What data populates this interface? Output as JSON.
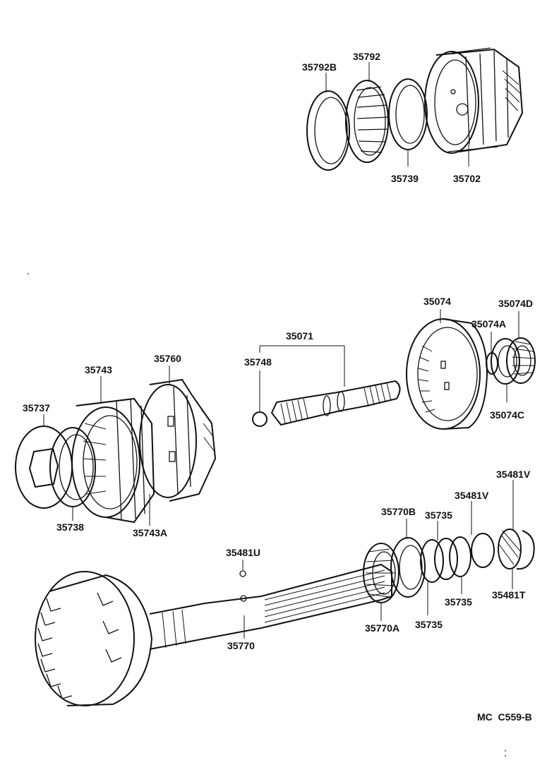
{
  "labels": {
    "p35792B": "35792B",
    "p35792": "35792",
    "p35739": "35739",
    "p35702": "35702",
    "p35074": "35074",
    "p35074D": "35074D",
    "p35074A": "35074A",
    "p35074C": "35074C",
    "p35071": "35071",
    "p35748": "35748",
    "p35743": "35743",
    "p35760": "35760",
    "p35737": "35737",
    "p35738": "35738",
    "p35743A": "35743A",
    "p35481V_a": "35481V",
    "p35481V_b": "35481V",
    "p35770B": "35770B",
    "p35735_a": "35735",
    "p35735_b": "35735",
    "p35735_c": "35735",
    "p35481T": "35481T",
    "p35481U": "35481U",
    "p35770": "35770",
    "p35770A": "35770A"
  },
  "footer": {
    "code": "MC  C559-B"
  }
}
